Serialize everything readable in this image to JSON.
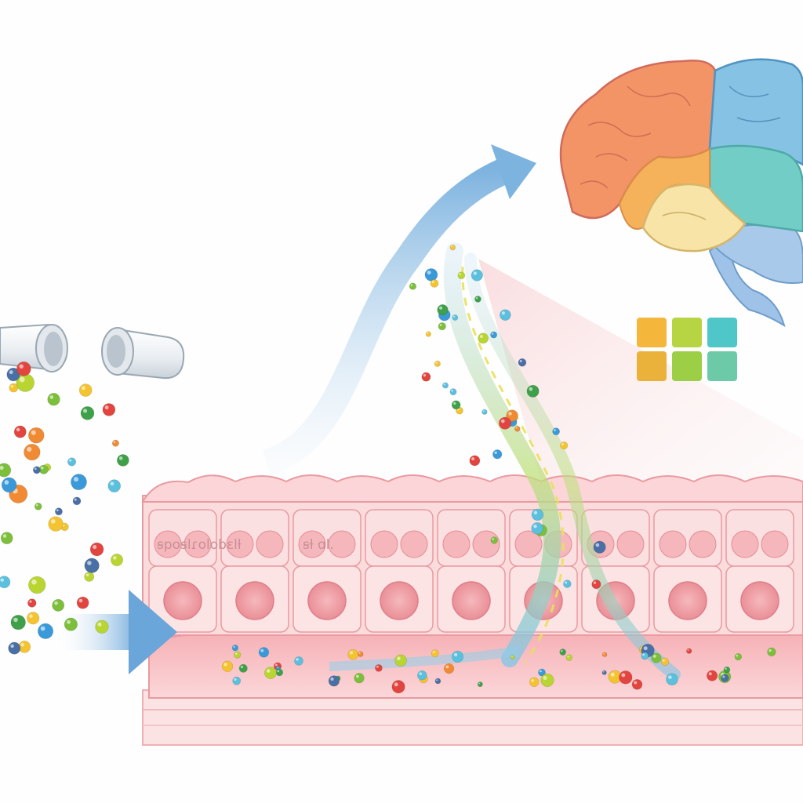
{
  "cell_labels": [
    "ꞩpoꞩlɾolobɛlƚ",
    "ꞩƚ ɑl."
  ],
  "colors": {
    "background": "#fefefe",
    "tissue_fill": "#f9d4d6",
    "tissue_edge": "#e99aa1",
    "nucleus": "#f0a2a8",
    "lumen": "#f7b9bd",
    "arrow_blue": "#9cc6e6",
    "brain_frontal": "#f28c5a",
    "brain_parietal": "#7fbfe0",
    "brain_temporal": "#f6e7a8",
    "brain_occipital": "#6cc9c5",
    "brain_stem": "#9fc3e8"
  },
  "legend_swatches": [
    {
      "color": "#f4b73b",
      "name": "yellow-orange"
    },
    {
      "color": "#b7d543",
      "name": "lime"
    },
    {
      "color": "#4fc7c9",
      "name": "teal"
    },
    {
      "color": "#eab23a",
      "name": "amber"
    },
    {
      "color": "#9ccf46",
      "name": "green"
    },
    {
      "color": "#6ccaa9",
      "name": "sea-green"
    }
  ],
  "particle_colors": [
    "#e2453f",
    "#f08a33",
    "#f4c430",
    "#7cbf3a",
    "#3fa04a",
    "#3a9ad9",
    "#5bc0de",
    "#4a6fa5",
    "#b9d531"
  ],
  "icons": [
    "capsule-icon",
    "brain-icon",
    "arrow-icon",
    "particle-icon"
  ]
}
